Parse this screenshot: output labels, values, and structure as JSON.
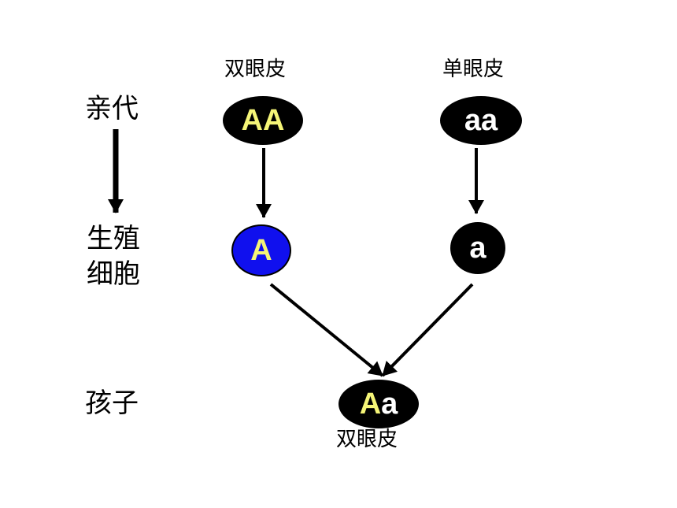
{
  "generations": {
    "parents": "亲代",
    "gametes_line1": "生殖",
    "gametes_line2": "细胞",
    "child": "孩子"
  },
  "traits": {
    "left_parent": "双眼皮",
    "right_parent": "单眼皮",
    "child": "双眼皮"
  },
  "genotypes": {
    "left_parent": "AA",
    "right_parent": "aa",
    "left_gamete": "A",
    "right_gamete": "a",
    "child_dominant": "A",
    "child_recessive": "a"
  },
  "colors": {
    "background": "#ffffff",
    "node_dark": "#000000",
    "node_blue": "#1010ee",
    "dominant_text": "#f5f577",
    "recessive_text": "#ffffff"
  }
}
